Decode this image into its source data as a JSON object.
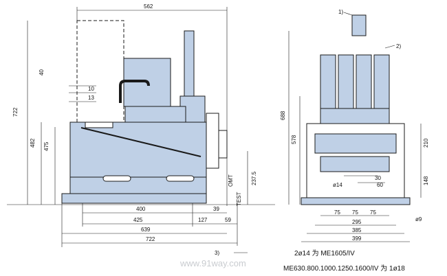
{
  "left_view": {
    "dims": {
      "top_width": "562",
      "height_722": "722",
      "height_482": "482",
      "height_475": "475",
      "d40": "40",
      "d10": "10",
      "d13": "13",
      "d237_5": "237.5",
      "d400": "400",
      "d39": "39",
      "d425": "425",
      "d127": "127",
      "d59": "59",
      "d639": "639",
      "bottom_722": "722",
      "label_test": "TEST",
      "label_omt": "OMT"
    },
    "callout_3": "3)"
  },
  "right_view": {
    "callout_1": "1)",
    "callout_2": "2)",
    "dims": {
      "d688": "688",
      "d578": "578",
      "d210": "210",
      "d148": "148",
      "d30": "30",
      "d60": "60",
      "phi14": "ø14",
      "d75a": "75",
      "d75b": "75",
      "d75c": "75",
      "d295": "295",
      "d385": "385",
      "d399": "399",
      "phi9": "ø9"
    }
  },
  "notes": {
    "line1": "2ø14 为 ME1605/IV",
    "line2": "ME630.800.1000.1250.1600/IV 为 1ø18"
  },
  "watermark": "www.91way.com",
  "colors": {
    "body_fill": "#bfd0e6",
    "line": "#1a1a1a",
    "page": "#ffffff"
  }
}
